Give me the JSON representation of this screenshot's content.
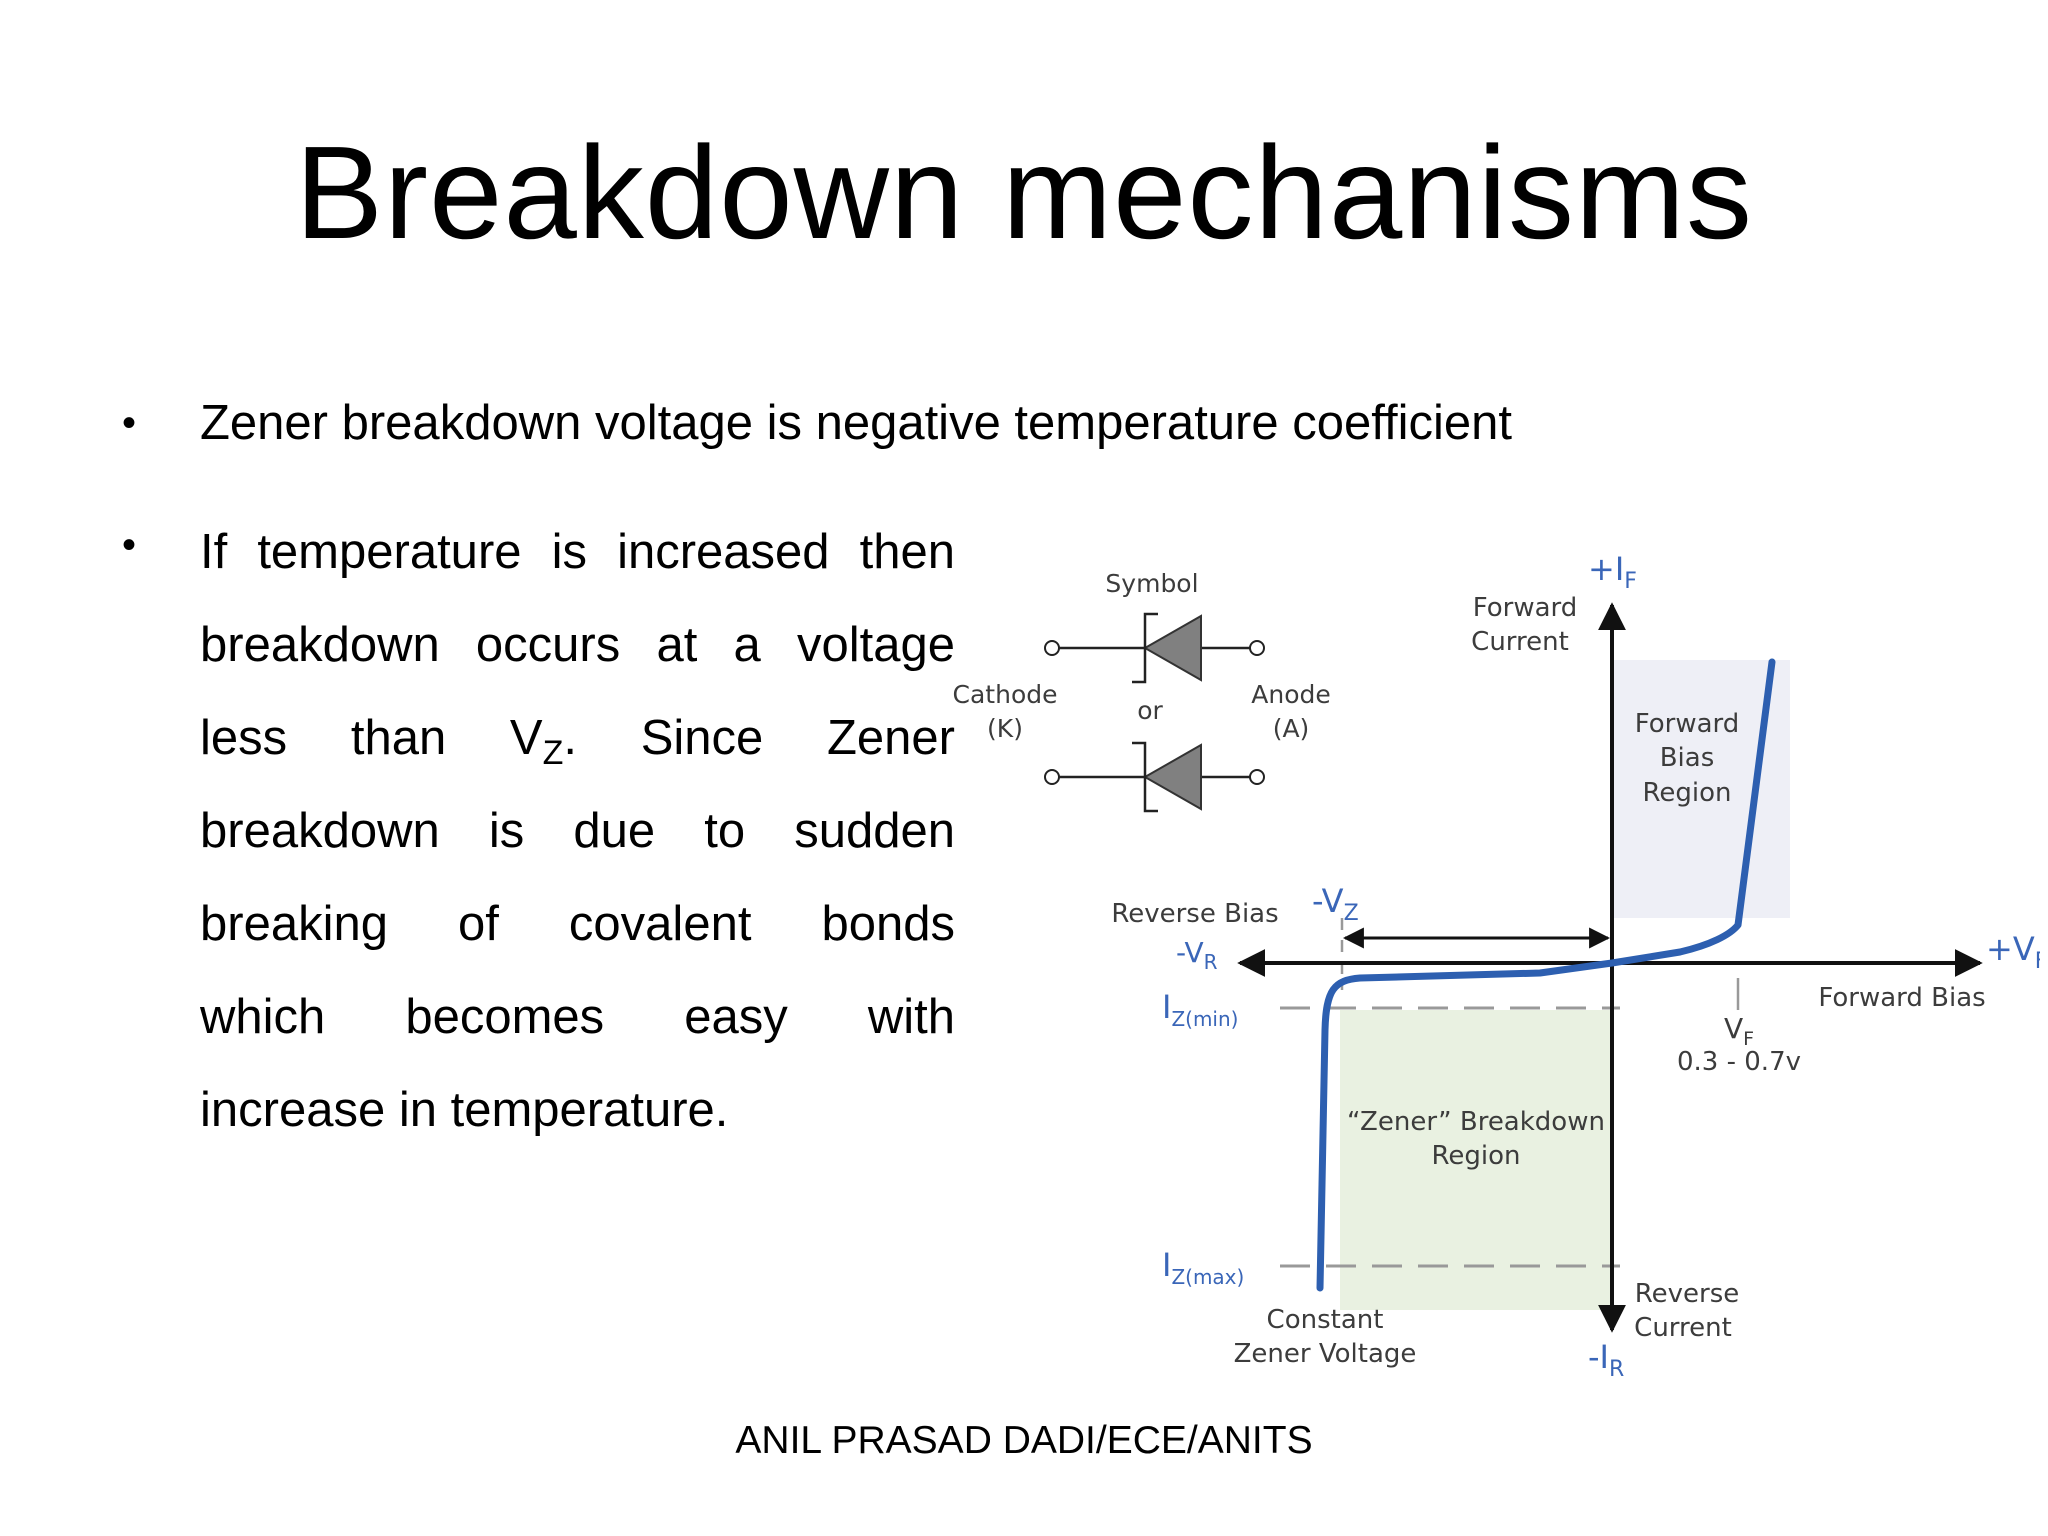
{
  "title": "Breakdown mechanisms",
  "bullets": [
    {
      "text": "Zener breakdown voltage is negative temperature coefficient"
    },
    {
      "line1": "If temperature is increased then",
      "line2": "breakdown occurs at a voltage",
      "line3_pre": "less than V",
      "line3_sub": "Z",
      "line3_post": ". Since Zener",
      "line4": "breakdown is due to sudden",
      "line5": "breaking of covalent bonds",
      "line6": "which becomes easy with",
      "line7": "increase in temperature."
    }
  ],
  "footer": "ANIL PRASAD DADI/ECE/ANITS",
  "diagram": {
    "symbol": {
      "label": "Symbol",
      "or_label": "or",
      "cathode": "Cathode",
      "cathode_abbr": "(K)",
      "anode": "Anode",
      "anode_abbr": "(A)"
    },
    "axes": {
      "plus_if_main": "+I",
      "plus_if_sub": "F",
      "minus_ir_main": "-I",
      "minus_ir_sub": "R",
      "plus_vf_main": "+V",
      "plus_vf_sub": "F",
      "minus_vr_main": "-V",
      "minus_vr_sub": "R",
      "forward_current_1": "Forward",
      "forward_current_2": "Current",
      "forward_bias": "Forward Bias",
      "reverse_bias": "Reverse Bias",
      "reverse_current_1": "Reverse",
      "reverse_current_2": "Current"
    },
    "regions": {
      "forward_1": "Forward",
      "forward_2": "Bias",
      "forward_3": "Region",
      "zener_1": "“Zener” Breakdown",
      "zener_2": "Region"
    },
    "markers": {
      "minus_vz_main": "-V",
      "minus_vz_sub": "Z",
      "iz_min_main": "I",
      "iz_min_sub": "Z(min)",
      "iz_max_main": "I",
      "iz_max_sub": "Z(max)",
      "vf_main": "V",
      "vf_sub": "F",
      "vf_range": "0.3 - 0.7v",
      "constant_1": "Constant",
      "constant_2": "Zener Voltage"
    },
    "colors": {
      "curve": "#2d5fb0",
      "forward_fill": "#eeeff6",
      "zener_fill": "#e9f1e1",
      "label_blue": "#3a66b8",
      "text_grey": "#3c3c3c",
      "diode_fill": "#808080"
    }
  }
}
